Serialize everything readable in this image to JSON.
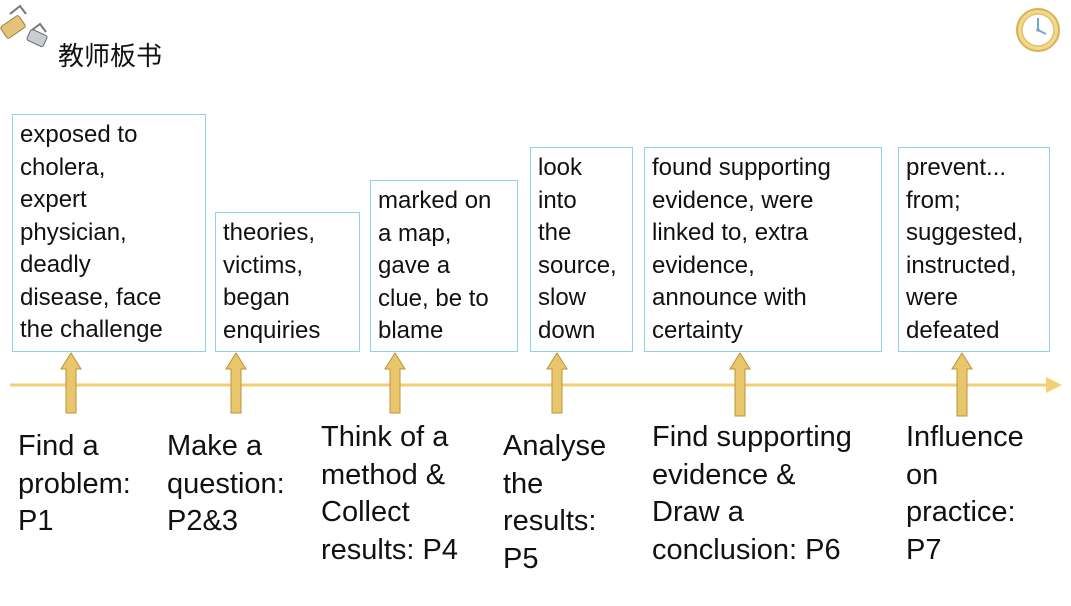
{
  "header": {
    "title": "教师板书",
    "clip_icon": "binder-clip-icon",
    "clock_icon": "clock-icon"
  },
  "colors": {
    "box_border": "#8ed3e6",
    "timeline": "#f1d173",
    "arrow_fill": "#e9c66b",
    "arrow_stroke": "#b99638"
  },
  "steps": [
    {
      "box_text": "exposed to\ncholera,\nexpert\nphysician,\ndeadly\ndisease, face\nthe challenge",
      "label": "Find a\nproblem:\nP1"
    },
    {
      "box_text": "theories,\nvictims,\nbegan\nenquiries",
      "label": "Make a\nquestion:\nP2&3"
    },
    {
      "box_text": "marked on\na map,\ngave a\nclue, be to\nblame",
      "label": "Think of a\nmethod &\nCollect\nresults: P4"
    },
    {
      "box_text": "look\ninto\nthe\nsource,\nslow\ndown",
      "label": "Analyse\nthe\nresults:\nP5"
    },
    {
      "box_text": "found supporting\nevidence, were\nlinked to, extra\nevidence,\nannounce with\ncertainty",
      "label": "Find supporting\nevidence &\nDraw a\nconclusion: P6"
    },
    {
      "box_text": "prevent...\nfrom;\nsuggested,\ninstructed,\nwere\ndefeated",
      "label": "Influence\non\npractice:\nP7"
    }
  ]
}
